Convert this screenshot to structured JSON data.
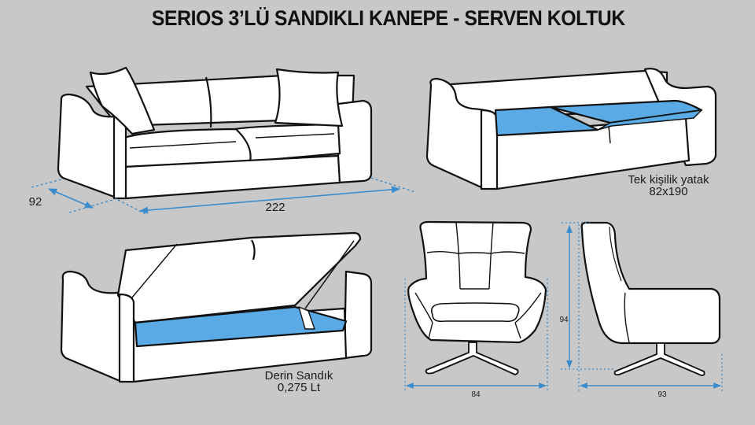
{
  "title": "SERIOS 3’LÜ SANDIKLI KANEPE - SERVEN KOLTUK",
  "colors": {
    "background": "#c8c8c8",
    "outline": "#111111",
    "fill": "#ffffff",
    "accent_blue": "#5aaae6",
    "dimension_blue": "#3a8ccc"
  },
  "sofa_closed": {
    "name": "Serios sofa with cushions",
    "dimensions": {
      "depth": "92",
      "width": "222"
    }
  },
  "sofa_bed": {
    "name": "Serios sofa bed mode",
    "caption_line1": "Tek kişilik yatak",
    "caption_line2": "82x190"
  },
  "sofa_storage": {
    "name": "Serios sofa open storage",
    "caption_line1": "Derin Sandık",
    "caption_line2": "0,275 Lt"
  },
  "armchair_front": {
    "name": "Serven armchair front view",
    "dimensions": {
      "width": "84"
    }
  },
  "armchair_side": {
    "name": "Serven armchair side view",
    "dimensions": {
      "height": "94",
      "depth": "93"
    }
  }
}
